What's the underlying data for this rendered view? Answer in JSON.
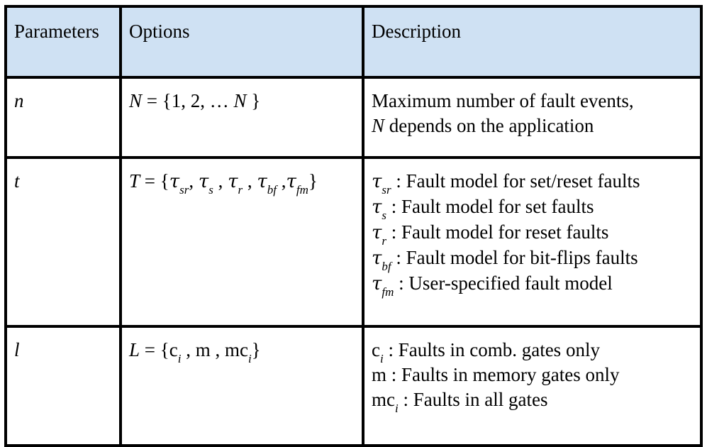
{
  "table": {
    "headers": [
      "Parameters",
      "Options",
      "Description"
    ],
    "rows": [
      {
        "param": "n",
        "option": {
          "set": "N",
          "eq": " = {1, 2, … ",
          "end_var": "N",
          "close": " }"
        },
        "desc": [
          "Maximum number of fault events,",
          {
            "var": "N",
            "text": " depends on the application"
          }
        ]
      },
      {
        "param": "t",
        "option": {
          "set": "T",
          "eq": " = {",
          "items": [
            {
              "sym": "τ",
              "sub": "sr"
            },
            {
              "sym": "τ",
              "sub": "s"
            },
            {
              "sym": "τ",
              "sub": "r"
            },
            {
              "sym": "τ",
              "sub": "bf"
            },
            {
              "sym": "τ",
              "sub": "fm"
            }
          ],
          "close": "}"
        },
        "desc": [
          {
            "sym": "τ",
            "sub": "sr",
            "text": " : Fault model for set/reset faults"
          },
          {
            "sym": "τ",
            "sub": "s",
            "text": " : Fault model for set faults"
          },
          {
            "sym": "τ",
            "sub": "r",
            "text": " : Fault model for reset faults"
          },
          {
            "sym": "τ",
            "sub": "bf",
            "text": "  : Fault model for bit-flips faults"
          },
          {
            "sym": "τ",
            "sub": "fm",
            "text": " : User-specified fault model"
          }
        ]
      },
      {
        "param": "l",
        "option": {
          "set": "L",
          "eq": " = {c",
          "sub1": "i",
          "mid": " , m , mc",
          "sub2": "i",
          "close": "}"
        },
        "desc": [
          {
            "base": "c",
            "sub": "i",
            "text": " : Faults in comb. gates only"
          },
          {
            "base": "m",
            "sub": "",
            "text": " : Faults in memory gates only"
          },
          {
            "base": "mc",
            "sub": "i",
            "text": " : Faults in all gates"
          }
        ]
      }
    ]
  }
}
